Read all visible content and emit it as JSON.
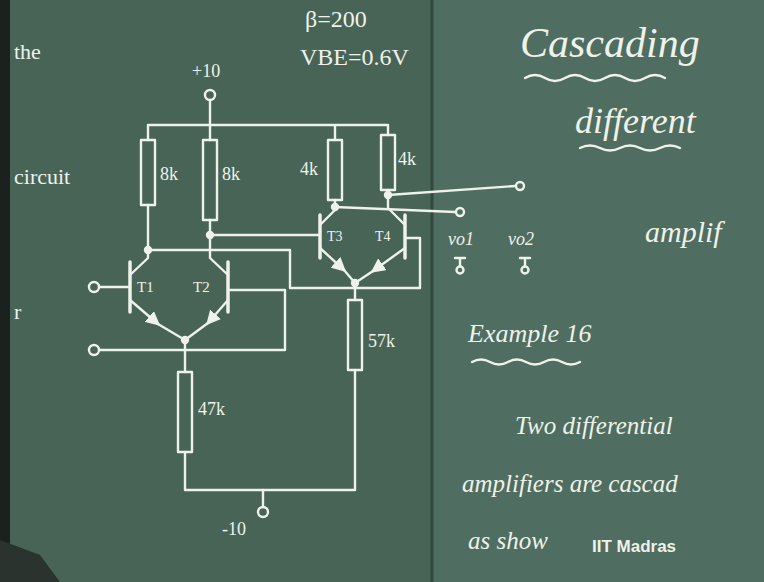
{
  "diagram": {
    "labels": [
      "the",
      "β=200",
      "VBE=0.6V",
      "Cascading",
      "+10",
      "different",
      "circuit",
      "8k",
      "8k",
      "4k",
      "4k",
      "T3",
      "T4",
      "amplif",
      "T1",
      "T2",
      "vo1",
      "vo2",
      "r",
      "Example 16",
      "57k",
      "47k",
      "Two differential",
      "amplifiers are cascad",
      "-10",
      "as show",
      "IIT Madras"
    ]
  }
}
